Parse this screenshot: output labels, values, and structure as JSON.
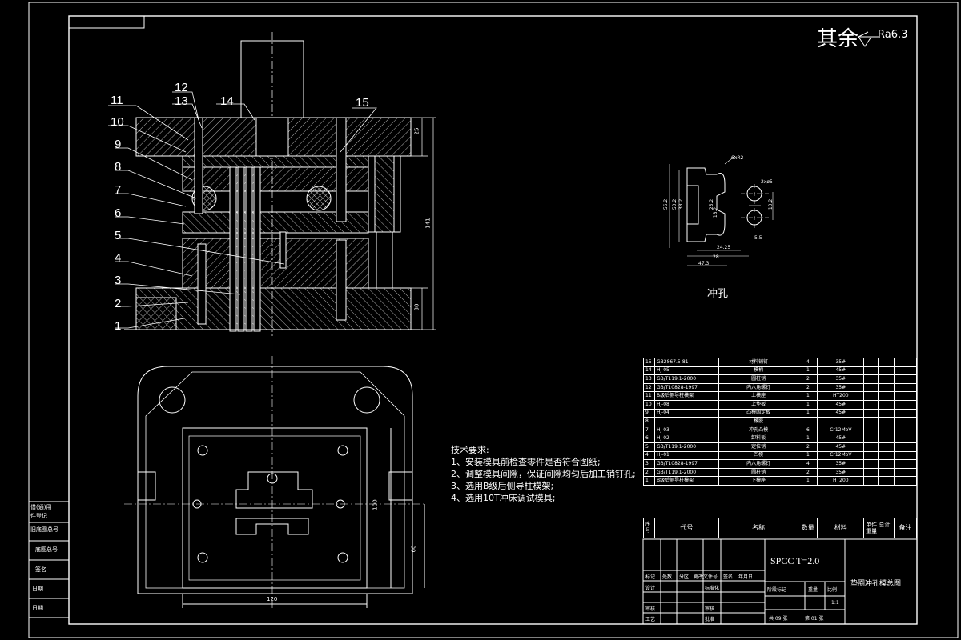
{
  "roughness": {
    "prefix": "其余",
    "value": "Ra6.3"
  },
  "part_labels": [
    "1",
    "2",
    "3",
    "4",
    "5",
    "6",
    "7",
    "8",
    "9",
    "10",
    "11",
    "12",
    "13",
    "14",
    "15"
  ],
  "dimensions_main": {
    "top_plate": "25",
    "total_height": "141",
    "bottom_plate": "30",
    "width_120": "120",
    "height_100": "100",
    "depth_60": "60"
  },
  "detail": {
    "caption": "冲孔",
    "dims": [
      "6xR2",
      "2xø5",
      "56.2",
      "50.2",
      "38.2",
      "25.2",
      "10.2",
      "18.2",
      "5.5",
      "24.25",
      "28",
      "47.3"
    ]
  },
  "requirements": {
    "title": "技术要求:",
    "items": [
      "1、安装模具前检查零件是否符合图纸;",
      "2、调整模具间隙，保证间隙均匀后加工销钉孔;",
      "3、选用B级后侧导柱模架;",
      "4、选用10T冲床调试模具;"
    ]
  },
  "left_strip": [
    "借(通)用",
    "件登记",
    "旧底图总号",
    "底图总号",
    "签名",
    "日期",
    "日期"
  ],
  "bom": {
    "rows": [
      [
        "15",
        "GB2867.5-81",
        "材料销钉",
        "4",
        "35#",
        ""
      ],
      [
        "14",
        "HJ-05",
        "模柄",
        "1",
        "45#",
        ""
      ],
      [
        "13",
        "GB/T119.1-2000",
        "圆柱销",
        "2",
        "35#",
        ""
      ],
      [
        "12",
        "GB/T10828-1997",
        "内六角螺钉",
        "2",
        "35#",
        ""
      ],
      [
        "11",
        "B级后侧导柱模架",
        "上模座",
        "1",
        "HT200",
        ""
      ],
      [
        "10",
        "HJ-08",
        "上垫板",
        "1",
        "45#",
        ""
      ],
      [
        "9",
        "HJ-04",
        "凸模固定板",
        "1",
        "45#",
        ""
      ],
      [
        "8",
        "",
        "橡胶",
        "",
        "",
        ""
      ],
      [
        "7",
        "HJ-03",
        "冲孔凸模",
        "6",
        "Cr12MoV",
        ""
      ],
      [
        "6",
        "HJ-02",
        "卸料板",
        "1",
        "45#",
        ""
      ],
      [
        "5",
        "GB/T119.1-2000",
        "定位销",
        "2",
        "45#",
        ""
      ],
      [
        "4",
        "HJ-01",
        "凹模",
        "1",
        "Cr12MoV",
        ""
      ],
      [
        "3",
        "GB/T10828-1997",
        "内六角螺钉",
        "4",
        "35#",
        ""
      ],
      [
        "2",
        "GB/T119.1-2000",
        "圆柱销",
        "2",
        "35#",
        ""
      ],
      [
        "1",
        "B级后侧导柱模架",
        "下模座",
        "1",
        "HT200",
        ""
      ]
    ],
    "header": [
      "序号",
      "代号",
      "名称",
      "数量",
      "材料",
      "单件 总计 重量",
      "备注"
    ]
  },
  "title_block": {
    "material": "SPCC T=2.0",
    "drawing_title": "垫圈冲孔模总图",
    "row_labels": [
      "标记",
      "处数",
      "分区",
      "更改文件号",
      "签名",
      "年月日"
    ],
    "labels": [
      "设计",
      "标准化",
      "审核",
      "工艺",
      "审核",
      "批准"
    ],
    "stage": [
      "阶段标记",
      "重量",
      "比例"
    ],
    "scale": "1:1",
    "sheet_total": "共 09 张",
    "sheet_no": "第 01 张"
  }
}
